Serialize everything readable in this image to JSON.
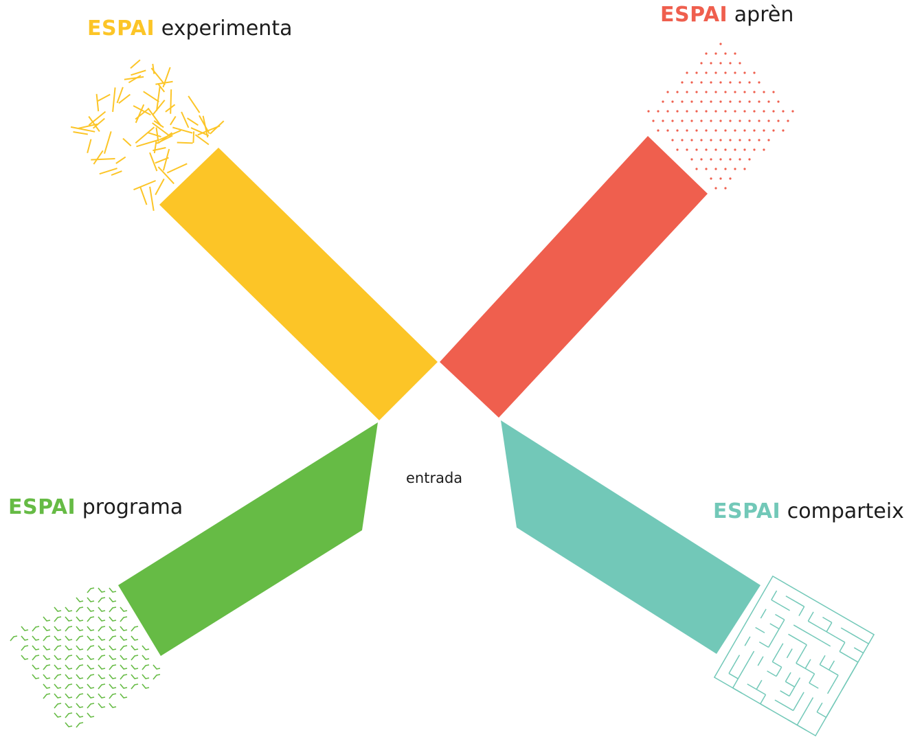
{
  "spaces": {
    "experimenta": {
      "keyword": "ESPAI",
      "name": "experimenta",
      "color": "#fcc527",
      "texture": "scattered-lines"
    },
    "apren": {
      "keyword": "ESPAI",
      "name": "aprèn",
      "color": "#ef5f4e",
      "texture": "dot-grid"
    },
    "programa": {
      "keyword": "ESPAI",
      "name": "programa",
      "color": "#66bb45",
      "texture": "chevron-pattern"
    },
    "comparteix": {
      "keyword": "ESPAI",
      "name": "comparteix",
      "color": "#72c8b8",
      "texture": "maze-pattern"
    }
  },
  "center": {
    "label": "entrada"
  }
}
